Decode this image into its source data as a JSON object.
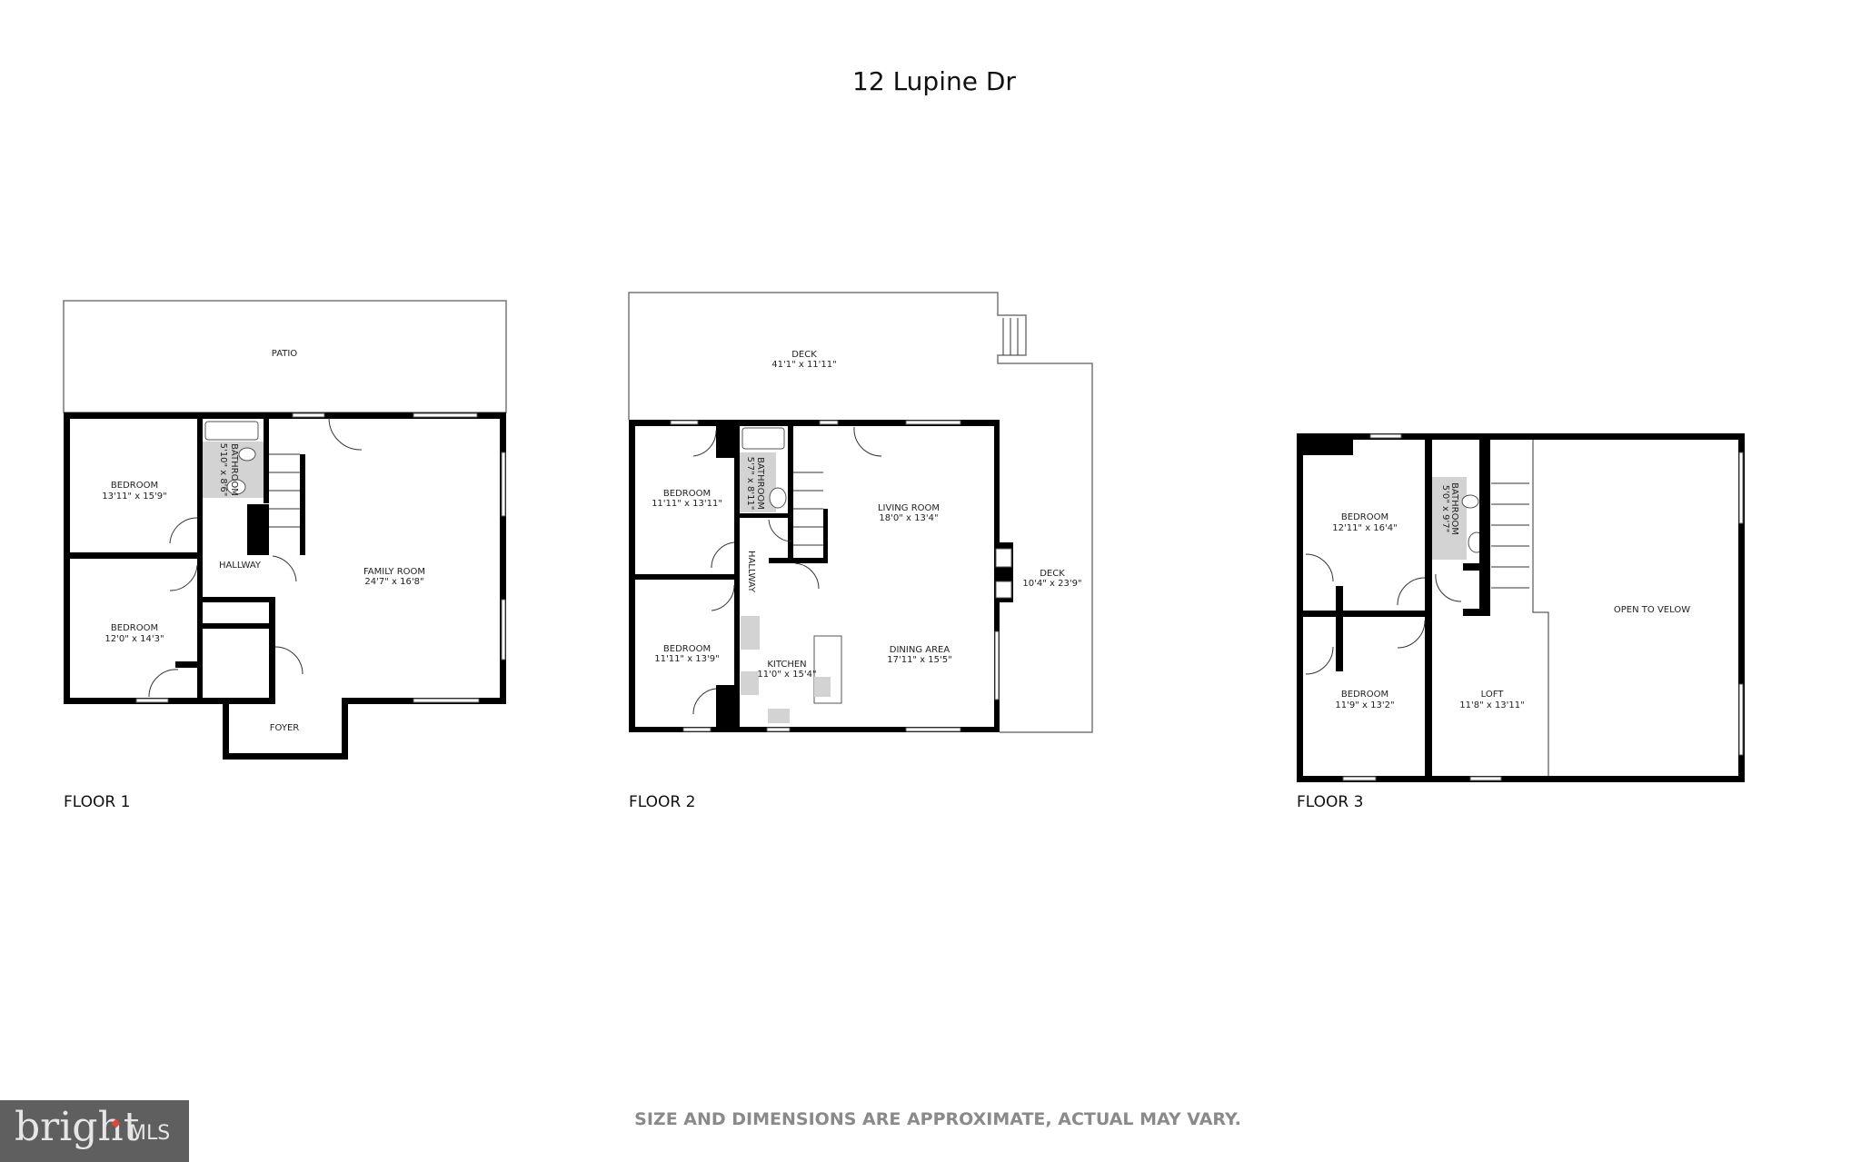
{
  "title": "12 Lupine Dr",
  "disclaimer": "SIZE AND DIMENSIONS ARE APPROXIMATE, ACTUAL MAY VARY.",
  "logo": {
    "brand": "bright",
    "suffix": "MLS",
    "accent_color": "#e0463a",
    "background": "#5f5f5f"
  },
  "floors": [
    {
      "label": "FLOOR 1",
      "rooms": [
        {
          "name": "PATIO",
          "dims": ""
        },
        {
          "name": "BEDROOM",
          "dims": "13'11\" x 15'9\""
        },
        {
          "name": "BEDROOM",
          "dims": "12'0\" x 14'3\""
        },
        {
          "name": "BATHROOM",
          "dims": "5'10\" x 8'6\""
        },
        {
          "name": "HALLWAY",
          "dims": ""
        },
        {
          "name": "FAMILY ROOM",
          "dims": "24'7\" x 16'8\""
        },
        {
          "name": "FOYER",
          "dims": ""
        }
      ]
    },
    {
      "label": "FLOOR 2",
      "rooms": [
        {
          "name": "DECK",
          "dims": "41'1\" x 11'11\""
        },
        {
          "name": "BEDROOM",
          "dims": "11'11\" x 13'11\""
        },
        {
          "name": "BEDROOM",
          "dims": "11'11\" x 13'9\""
        },
        {
          "name": "BATHROOM",
          "dims": "5'7\" x 8'11\""
        },
        {
          "name": "HALLWAY",
          "dims": ""
        },
        {
          "name": "LIVING ROOM",
          "dims": "18'0\" x 13'4\""
        },
        {
          "name": "KITCHEN",
          "dims": "11'0\" x 15'4\""
        },
        {
          "name": "DINING AREA",
          "dims": "17'11\" x 15'5\""
        },
        {
          "name": "DECK",
          "dims": "10'4\" x 23'9\""
        }
      ]
    },
    {
      "label": "FLOOR 3",
      "rooms": [
        {
          "name": "BEDROOM",
          "dims": "12'11\" x 16'4\""
        },
        {
          "name": "BEDROOM",
          "dims": "11'9\" x 13'2\""
        },
        {
          "name": "BATHROOM",
          "dims": "5'0\" x 9'7\""
        },
        {
          "name": "LOFT",
          "dims": "11'8\" x 13'11\""
        },
        {
          "name": "OPEN TO VELOW",
          "dims": ""
        }
      ]
    }
  ]
}
